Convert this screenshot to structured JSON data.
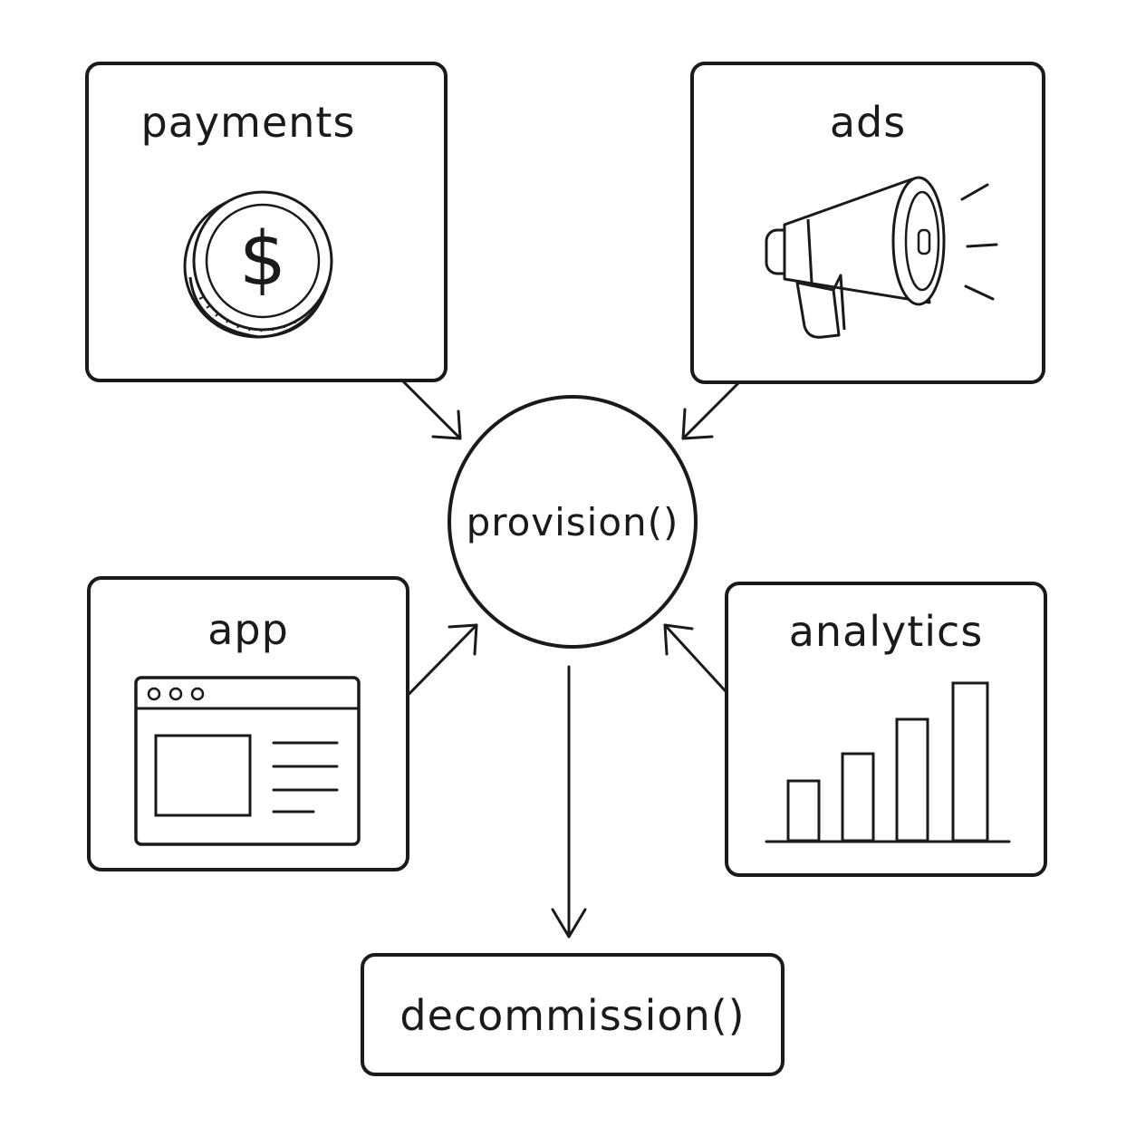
{
  "diagram": {
    "nodes": {
      "payments": {
        "label": "payments",
        "icon": "dollar-coin-icon"
      },
      "ads": {
        "label": "ads",
        "icon": "megaphone-icon"
      },
      "app": {
        "label": "app",
        "icon": "browser-window-icon"
      },
      "analytics": {
        "label": "analytics",
        "icon": "bar-chart-icon"
      },
      "provision": {
        "label": "provision()"
      },
      "decommission": {
        "label": "decommission()"
      }
    },
    "edges": [
      {
        "from": "payments",
        "to": "provision"
      },
      {
        "from": "ads",
        "to": "provision"
      },
      {
        "from": "app",
        "to": "provision"
      },
      {
        "from": "analytics",
        "to": "provision"
      },
      {
        "from": "provision",
        "to": "decommission"
      }
    ],
    "colors": {
      "stroke": "#1a1a1a",
      "background": "#ffffff"
    }
  }
}
